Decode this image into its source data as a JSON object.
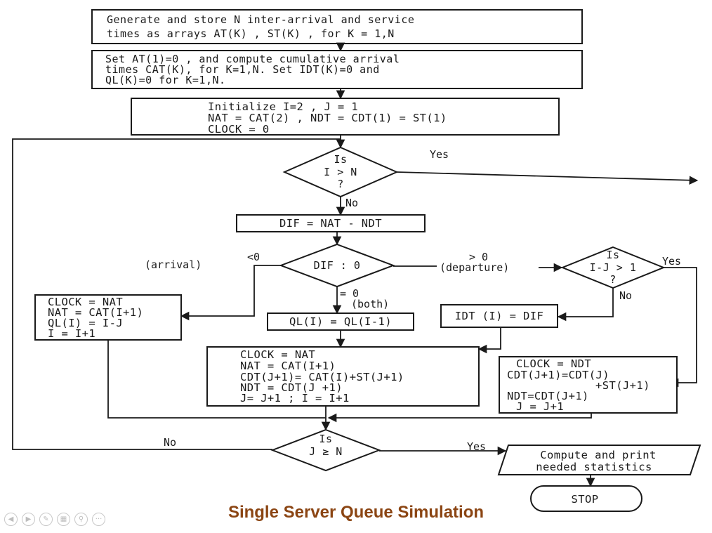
{
  "title": "Single Server Queue Simulation",
  "accent_color": "#8b4513",
  "boxes": {
    "generate": [
      "Generate  and  store  N  inter-arrival  and  service",
      "times  as  arrays  AT(K) , ST(K) ,  for   K = 1,N"
    ],
    "set": [
      "Set  AT(1)=0 , and  compute  cumulative  arrival",
      "times CAT(K),  for  K=1,N.  Set  IDT(K)=0 and",
      "QL(K)=0  for  K=1,N."
    ],
    "init": [
      "Initialize  I=2 , J = 1",
      "NAT = CAT(2) , NDT = CDT(1) = ST(1)",
      "CLOCK = 0"
    ],
    "dif": "DIF = NAT - NDT",
    "arrival": [
      "CLOCK = NAT",
      "NAT = CAT(I+1)",
      "QL(I)  =  I-J",
      "I = I+1"
    ],
    "ql": "QL(I) = QL(I-1)",
    "idt": "IDT (I) = DIF",
    "both": [
      "CLOCK = NAT",
      "NAT = CAT(I+1)",
      "CDT(J+1)= CAT(I)+ST(J+1)",
      "NDT = CDT(J +1)",
      "J= J+1 ;  I = I+1"
    ],
    "departure": [
      "CLOCK = NDT",
      "CDT(J+1)=CDT(J)",
      "+ST(J+1)",
      "NDT=CDT(J+1)",
      "J = J+1"
    ],
    "compute": [
      "Compute  and  print",
      "needed  statistics"
    ],
    "stop": "STOP"
  },
  "decisions": {
    "i_gt_n": [
      "Is",
      "I > N",
      "?"
    ],
    "dif0": "DIF : 0",
    "ij_gt_1": [
      "Is",
      "I-J > 1",
      "?"
    ],
    "j_ge_n": [
      "Is",
      "J ≥ N",
      "?"
    ]
  },
  "labels": {
    "yes_top": "Yes",
    "no_after_i": "No",
    "lt0": "<0",
    "arrival": "(arrival)",
    "gt0": "> 0",
    "departure": "(departure)",
    "eq0": "= 0",
    "both": "(both)",
    "yes_ij": "Yes",
    "no_ij": "No",
    "no_bottom": "No",
    "yes_bottom": "Yes"
  },
  "player_controls": [
    "prev-icon",
    "play-icon",
    "pen-icon",
    "screen-icon",
    "zoom-icon",
    "more-icon"
  ]
}
